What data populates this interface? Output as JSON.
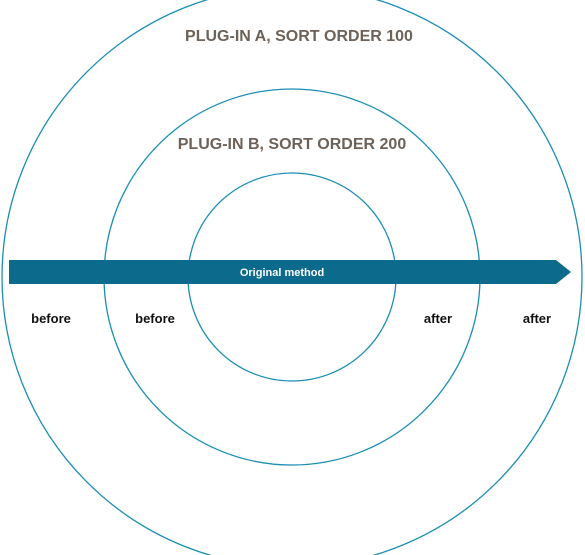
{
  "colors": {
    "ring": "#1b8eb4",
    "arrow": "#0c6a8c",
    "plugin_label": "#6e6258",
    "side_label": "#111111",
    "arrow_text": "#ffffff"
  },
  "plugins": {
    "outer": {
      "label": "PLUG-IN A, SORT ORDER 100"
    },
    "middle": {
      "label": "PLUG-IN B, SORT ORDER 200"
    }
  },
  "arrow": {
    "label": "Original method"
  },
  "sides": {
    "outer_before": "before",
    "middle_before": "before",
    "middle_after": "after",
    "outer_after": "after"
  }
}
